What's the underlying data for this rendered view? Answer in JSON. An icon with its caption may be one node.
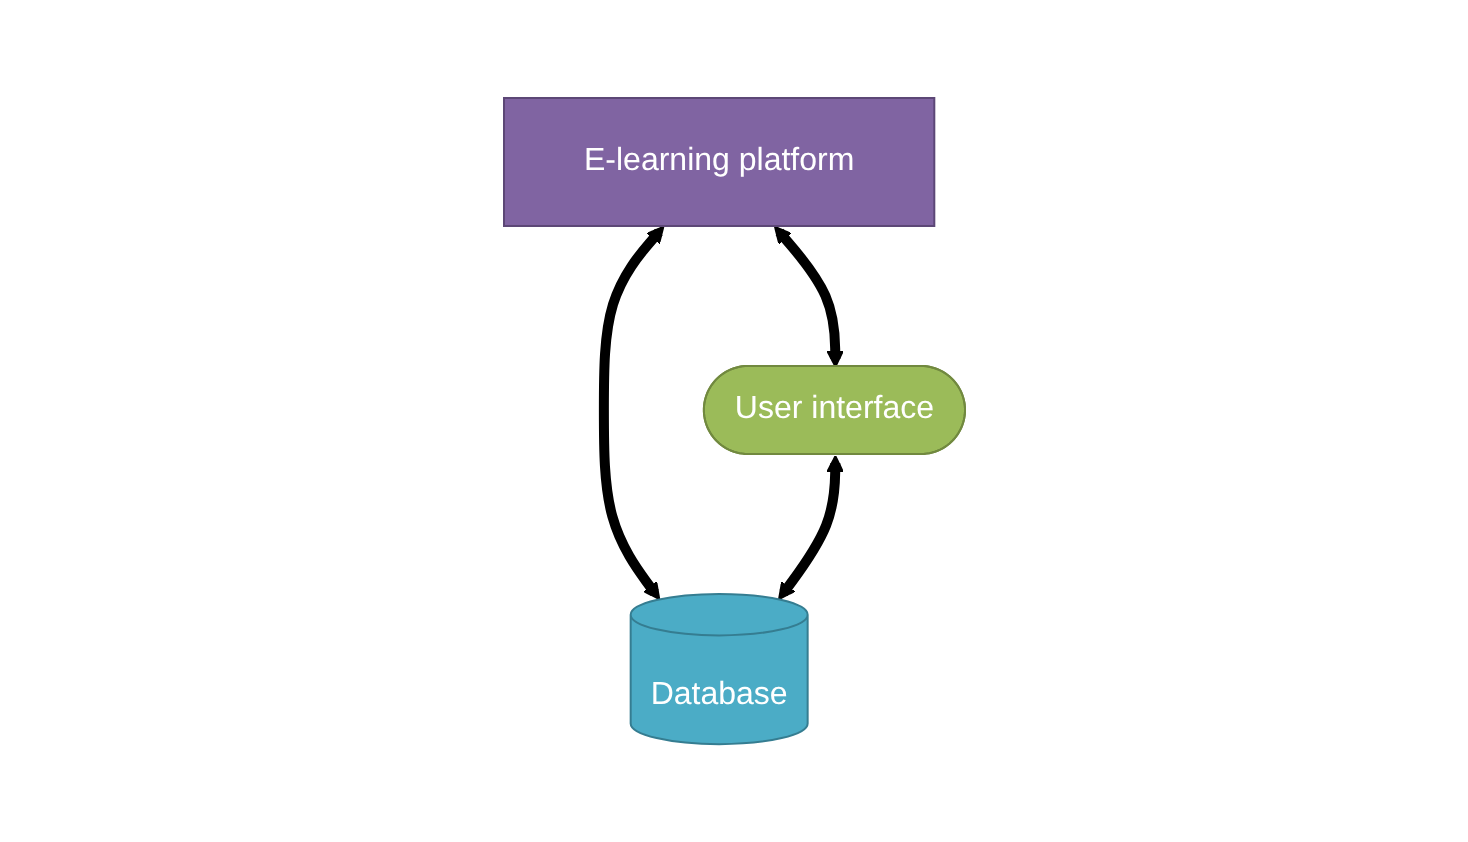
{
  "diagram": {
    "nodes": [
      {
        "text": [
          "User interface"
        ]
      },
      {
        "text": [
          "E-learning platform"
        ]
      },
      {
        "text": [
          "Database"
        ]
      }
    ],
    "edges": [
      {
        "from": 1,
        "to": 0,
        "arrow": "both"
      },
      {
        "from": 1,
        "to": 2,
        "arrow": "both"
      },
      {
        "from": 0,
        "to": 2,
        "arrow": "both"
      }
    ]
  }
}
